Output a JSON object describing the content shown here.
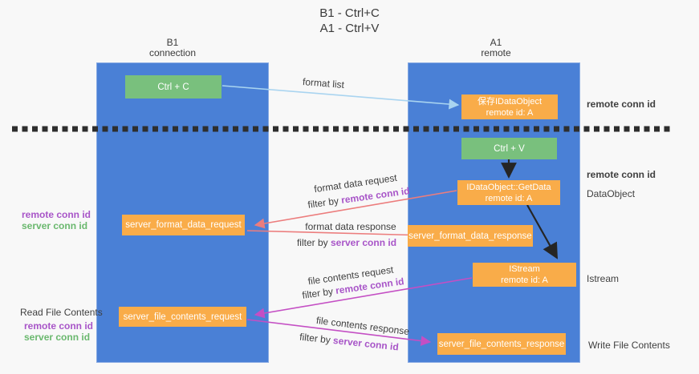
{
  "colors": {
    "background": "#f8f8f8",
    "column_blue": "#4a80d6",
    "box_green": "#79c07d",
    "box_orange": "#f9ac49",
    "purple": "#a855c8",
    "green_label": "#6ab86e",
    "arrow_blue": "#a9d4f0",
    "arrow_salmon": "#ec7d7d",
    "arrow_magenta": "#c44fc4",
    "arrow_black": "#252525",
    "dashed_line": "#2e2e2e"
  },
  "title": {
    "line1": "B1 - Ctrl+C",
    "line2": "A1 - Ctrl+V"
  },
  "columns": {
    "left": {
      "name": "B1",
      "role": "connection"
    },
    "right": {
      "name": "A1",
      "role": "remote"
    }
  },
  "boxes": {
    "ctrl_c": "Ctrl + C",
    "ctrl_v": "Ctrl + V",
    "save_dataobject": {
      "line1": "保存IDataObject",
      "line2": "remote id: A"
    },
    "getdata": {
      "line1": "IDataObject::GetData",
      "line2": "remote id: A"
    },
    "istream": {
      "line1": "IStream",
      "line2": "remote id: A"
    },
    "format_request": "server_format_data_request",
    "format_response": "server_format_data_response",
    "file_request": "server_file_contents_request",
    "file_response": "server_file_contents_response"
  },
  "flow_labels": {
    "format_list": "format list",
    "format_data_request": "format data request",
    "format_data_response": "format data response",
    "file_contents_request": "file contents request",
    "file_contents_response": "file contents response",
    "filter_by": "filter by ",
    "remote_conn_id": "remote conn id",
    "server_conn_id": "server conn id"
  },
  "side_labels": {
    "remote_conn_id": "remote conn id",
    "server_conn_id": "server conn id",
    "dataobject": "DataObject",
    "istream": "Istream",
    "read_file_contents": "Read File Contents",
    "write_file_contents": "Write File Contents"
  }
}
